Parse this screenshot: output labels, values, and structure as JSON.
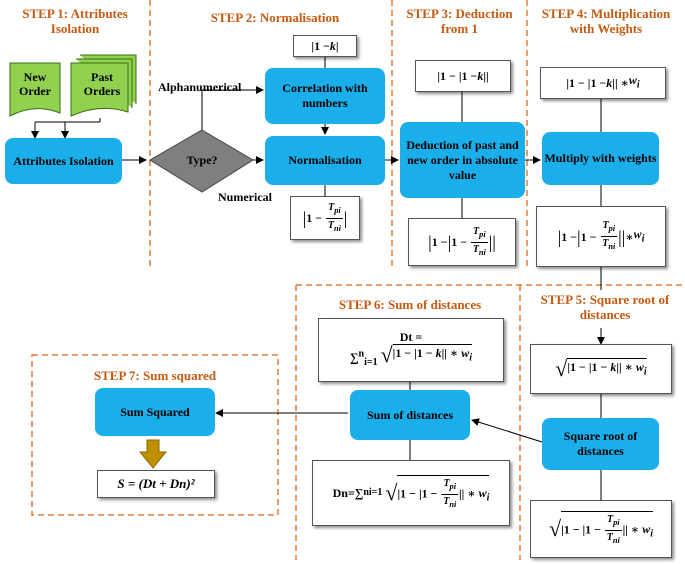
{
  "steps": {
    "s1": "STEP 1: Attributes Isolation",
    "s2": "STEP 2: Normalisation",
    "s3": "STEP 3: Deduction from 1",
    "s4": "STEP 4: Multiplication with Weights",
    "s5": "STEP 5: Square root of distances",
    "s6": "STEP 6: Sum of distances",
    "s7": "STEP 7: Sum squared"
  },
  "docs": {
    "new_order": "New Order",
    "past_orders": "Past Orders"
  },
  "nodes": {
    "attributes_isolation": "Attributes Isolation",
    "type": "Type?",
    "correlation": "Correlation with numbers",
    "normalisation": "Normalisation",
    "deduction": "Deduction of past and new order in absolute value",
    "multiply": "Multiply with weights",
    "square_root": "Square root of distances",
    "sum_distances": "Sum of distances",
    "sum_squared": "Sum Squared"
  },
  "edge_labels": {
    "alphanumerical": "Alphanumerical",
    "numerical": "Numerical"
  },
  "formulas": {
    "dt_label": "Dt =",
    "dn_label": "Dn=",
    "s_formula": "S = (Dt + Dn)²"
  },
  "colors": {
    "accent": "#C55A11",
    "node_fill": "#1AAEEA",
    "document_fill": "#92D050",
    "decision_fill": "#7F7F7F",
    "arrow_fill": "#BF9000"
  }
}
